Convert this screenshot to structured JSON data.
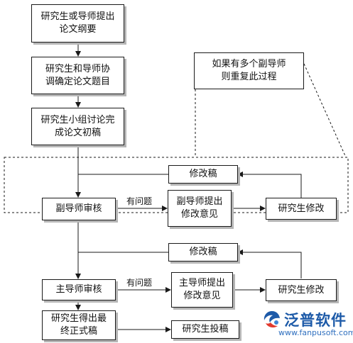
{
  "colors": {
    "line": "#1a1a1a",
    "shadow": "#b5b5b5",
    "logo": "#1d5aa8",
    "logo_accent": "#e23a2e"
  },
  "nodes": {
    "n1": "研究生或导师提出\n论文纲要",
    "n2": "研究生和导师协\n调确定论文题目",
    "n3": "研究生小组讨论完\n成论文初稿",
    "note": "如果有多个副导师\n则重复此过程",
    "sub_review": "副导师审核",
    "sub_opinion": "副导师提出\n修改意见",
    "sub_revise_student": "研究生修改",
    "sub_revise_draft": "修改稿",
    "main_review": "主导师审核",
    "main_opinion": "主导师提出\n修改意见",
    "main_revise_student": "研究生修改",
    "main_revise_draft": "修改稿",
    "final": "研究生得出最\n终正式稿",
    "submit": "研究生投稿"
  },
  "edges": {
    "sub_problem": "有问题",
    "main_problem": "有问题"
  },
  "logo": {
    "name": "泛普软件",
    "url": "www.fanpusoft.com",
    "icon": "fanpu-logo-icon"
  }
}
